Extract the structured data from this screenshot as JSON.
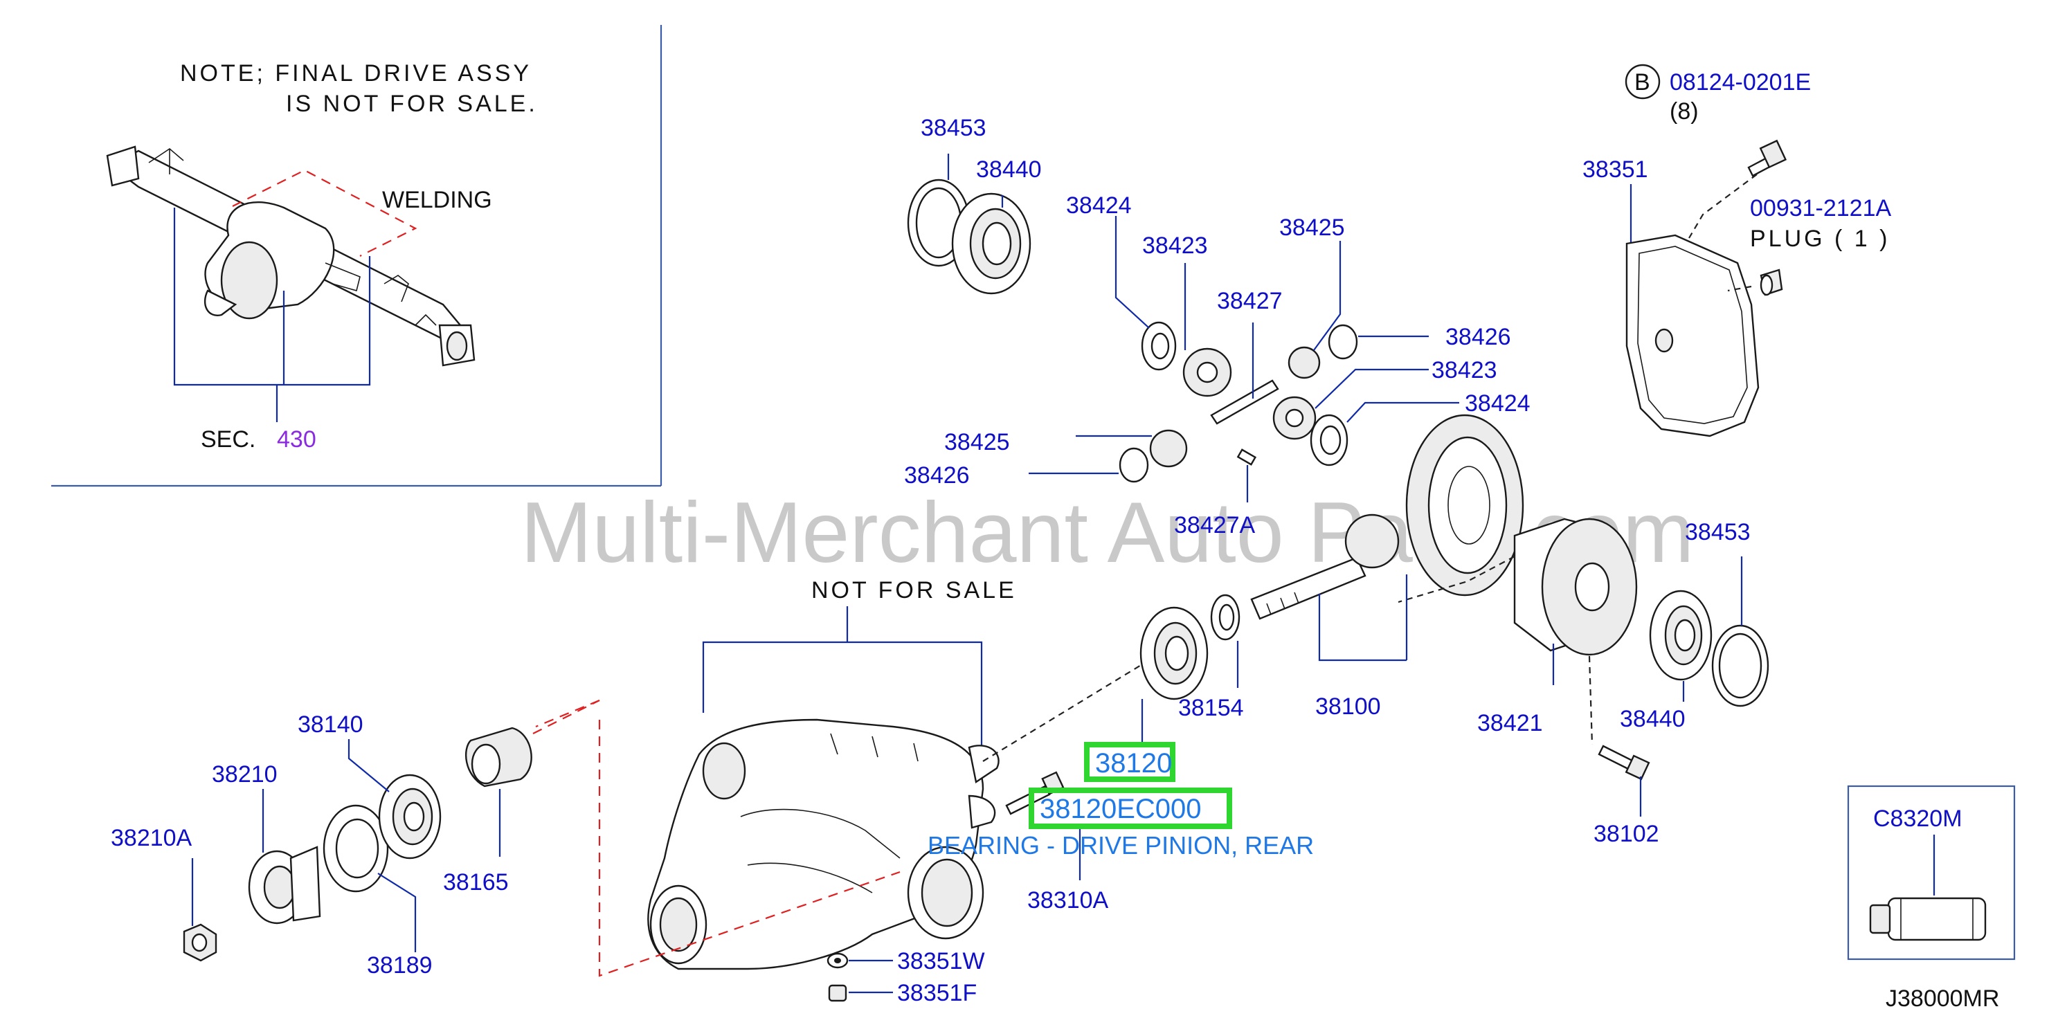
{
  "inset": {
    "note_line1": "NOTE;  FINAL  DRIVE  ASSY",
    "note_line2": "IS  NOT  FOR  SALE.",
    "welding": "WELDING",
    "sec_label": "SEC.",
    "sec_number": "430"
  },
  "not_for_sale": "NOT  FOR  SALE",
  "watermark": "Multi-Merchant Auto Parts.com",
  "bolt_spec": {
    "circle": "B",
    "number": "08124-0201E",
    "qty": "(8)"
  },
  "plug": {
    "number": "00931-2121A",
    "label": "PLUG  ( 1 )"
  },
  "parts": {
    "p38453_top": "38453",
    "p38440_top": "38440",
    "p38424_top": "38424",
    "p38423_top": "38423",
    "p38425_top": "38425",
    "p38427": "38427",
    "p38426_right": "38426",
    "p38423_right": "38423",
    "p38424_right": "38424",
    "p38425_left": "38425",
    "p38426_left": "38426",
    "p38427A": "38427A",
    "p38351": "38351",
    "p38453_right": "38453",
    "p38440_right": "38440",
    "p38421": "38421",
    "p38102": "38102",
    "p38100": "38100",
    "p38154": "38154",
    "p38120": "38120",
    "p38120EC000": "38120EC000",
    "p38310A": "38310A",
    "p38351W": "38351W",
    "p38351F": "38351F",
    "p38140": "38140",
    "p38210": "38210",
    "p38210A": "38210A",
    "p38189": "38189",
    "p38165": "38165",
    "pC8320M": "C8320M"
  },
  "highlight_description": "BEARING - DRIVE PINION, REAR",
  "diagram_code": "J38000MR",
  "colors": {
    "part_number": "#0f0fc8",
    "highlight_box": "#2fd62f",
    "description": "#1e78e6",
    "dashed_weld": "#e02020",
    "section_ref": "#8a2be2"
  }
}
